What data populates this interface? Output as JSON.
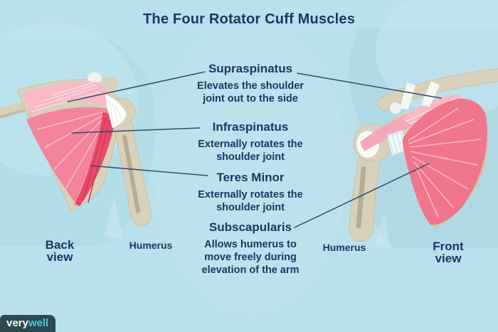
{
  "title": "The Four Rotator Cuff Muscles",
  "muscles": [
    {
      "name": "Supraspinatus",
      "lines": [
        "Elevates the shoulder",
        "joint out to the side"
      ]
    },
    {
      "name": "Infraspinatus",
      "lines": [
        "Externally rotates the",
        "shoulder joint"
      ]
    },
    {
      "name": "Teres Minor",
      "lines": [
        "Externally rotates the",
        "shoulder joint"
      ]
    },
    {
      "name": "Subscapularis",
      "lines": [
        "Allows humerus to",
        "move freely during",
        "elevation of the arm"
      ]
    }
  ],
  "views": {
    "back": {
      "line1": "Back",
      "line2": "view",
      "humerus_label": "Humerus"
    },
    "front": {
      "line1": "Front",
      "line2": "view",
      "humerus_label": "Humerus"
    }
  },
  "logo": {
    "part1": "very",
    "part2": "well"
  },
  "colors": {
    "background": "#b9e0eb",
    "text_navy": "#1f3566",
    "leader_line": "#2f4d73",
    "bone": "#d9d0b9",
    "bone_shadow": "#b6ad95",
    "muscle_light_pink": "#f8b8c6",
    "muscle_mid_pink": "#f2839a",
    "muscle_dark_red": "#e84a68",
    "subscapularis_pink": "#f1768c",
    "tendon_white": "#ffffff",
    "logo_background": "#2b4950",
    "logo_accent": "#4fc9da"
  }
}
